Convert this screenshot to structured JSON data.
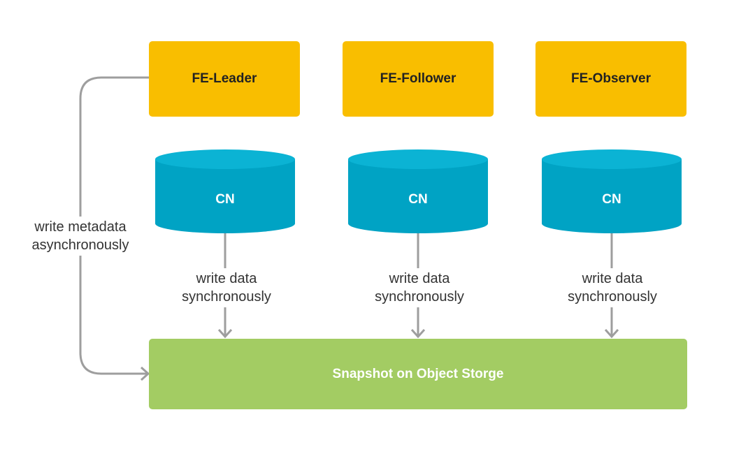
{
  "frontends": [
    {
      "label": "FE-Leader"
    },
    {
      "label": "FE-Follower"
    },
    {
      "label": "FE-Observer"
    }
  ],
  "compute_nodes": [
    {
      "label": "CN"
    },
    {
      "label": "CN"
    },
    {
      "label": "CN"
    }
  ],
  "data_write": [
    {
      "line1": "write data",
      "line2": "synchronously"
    },
    {
      "line1": "write data",
      "line2": "synchronously"
    },
    {
      "line1": "write data",
      "line2": "synchronously"
    }
  ],
  "metadata_write": {
    "line1": "write metadata",
    "line2": "asynchronously"
  },
  "storage": {
    "label": "Snapshot on Object Storge"
  },
  "colors": {
    "frontend": "#F9BE00",
    "compute_node": "#00A3C4",
    "compute_node_top": "#0BB3D4",
    "storage": "#A3CC63",
    "connector": "#9E9E9E"
  }
}
